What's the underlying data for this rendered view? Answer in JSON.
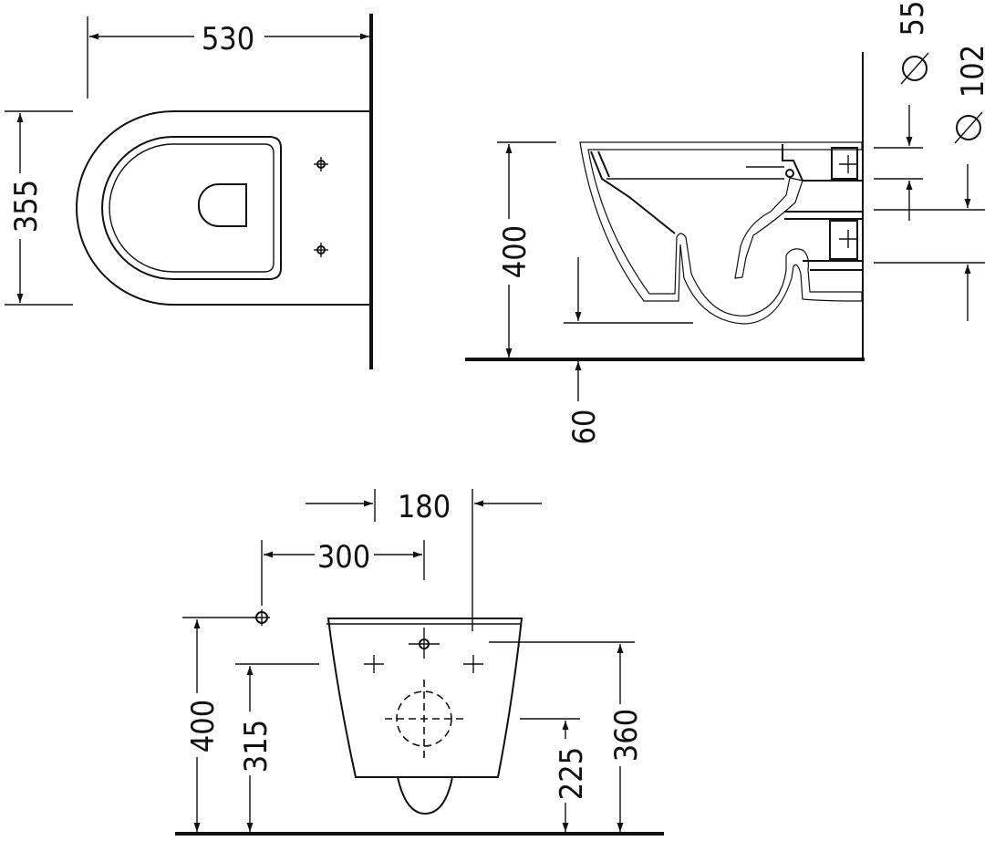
{
  "top_view": {
    "width": "530",
    "depth": "355"
  },
  "side_view": {
    "height": "400",
    "floor_gap": "60",
    "pipe_small": "55",
    "pipe_large": "102",
    "diameter_symbol": "∅"
  },
  "front_view": {
    "spacing_outer": "180",
    "spacing_inner": "300",
    "height_total": "400",
    "height_fix": "315",
    "height_drain": "225",
    "height_bolts": "360"
  }
}
